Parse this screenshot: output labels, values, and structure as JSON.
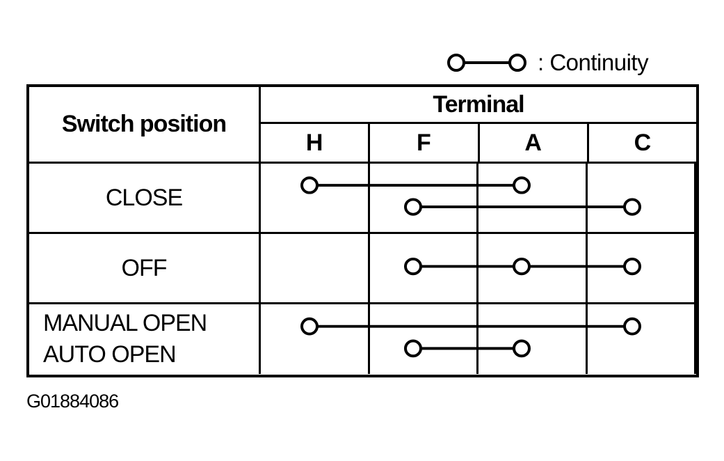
{
  "legend": {
    "symbol": "continuity-line-between-two-terminals",
    "label": ": Continuity"
  },
  "table": {
    "corner_header": "Switch position",
    "terminal_header": "Terminal",
    "terminals": [
      "H",
      "F",
      "A",
      "C"
    ],
    "rows": [
      {
        "label_lines": [
          "CLOSE"
        ],
        "connections": [
          [
            "H",
            "A"
          ],
          [
            "F",
            "C"
          ]
        ]
      },
      {
        "label_lines": [
          "OFF"
        ],
        "connections": [
          [
            "F",
            "A",
            "C"
          ]
        ]
      },
      {
        "label_lines": [
          "MANUAL OPEN",
          "AUTO OPEN"
        ],
        "connections": [
          [
            "H",
            "C"
          ],
          [
            "F",
            "A"
          ]
        ]
      }
    ]
  },
  "figure_id": "G01884086"
}
